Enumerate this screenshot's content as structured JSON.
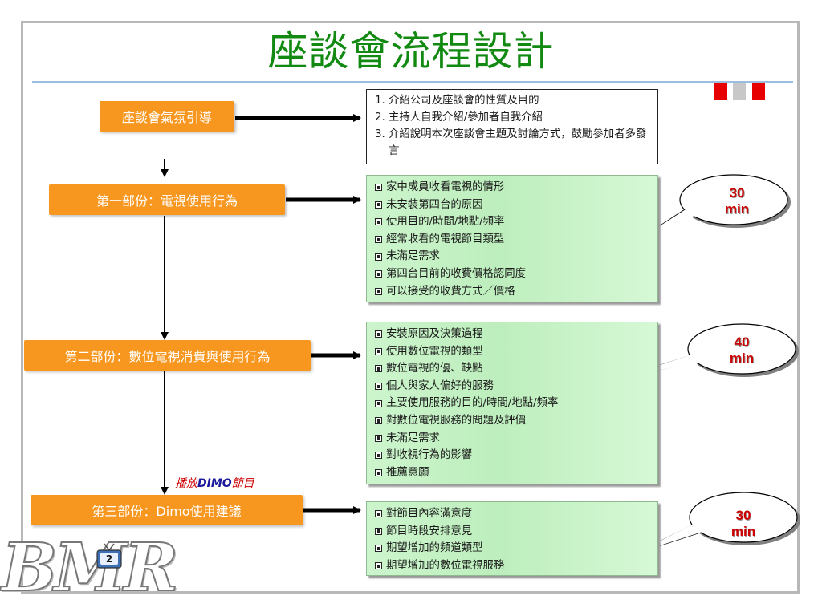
{
  "slide": {
    "title": "座談會流程設計",
    "stages": [
      {
        "label": "座談會氣氛引導"
      },
      {
        "label": "第一部份：電視使用行為"
      },
      {
        "label": "第二部份：數位電視消費與使用行為"
      },
      {
        "label": "第三部份：Dimo使用建議"
      }
    ],
    "intro_box": {
      "items": [
        {
          "num": "1.",
          "text": "介紹公司及座談會的性質及目的"
        },
        {
          "num": "2.",
          "text": "主持人自我介紹/參加者自我介紹"
        },
        {
          "num": "3.",
          "text": "介紹說明本次座談會主題及討論方式，鼓勵參加者多發言"
        }
      ]
    },
    "part1_box": {
      "items": [
        "家中成員收看電視的情形",
        "未安裝第四台的原因",
        "使用目的/時間/地點/頻率",
        "經常收看的電視節目類型",
        "未滿足需求",
        "第四台目前的收費價格認同度",
        "可以接受的收費方式／價格"
      ]
    },
    "part2_box": {
      "items": [
        "安裝原因及決策過程",
        "使用數位電視的類型",
        "數位電視的優、缺點",
        "個人與家人偏好的服務",
        "主要使用服務的目的/時間/地點/頻率",
        "對數位電視服務的問題及評價",
        "未滿足需求",
        "對收視行為的影響",
        "推薦意願"
      ]
    },
    "part3_box": {
      "items": [
        "對節目內容滿意度",
        "節目時段安排意見",
        "期望增加的頻道類型",
        "期望增加的數位電視服務"
      ]
    },
    "callouts": [
      {
        "value": "30",
        "unit": "min"
      },
      {
        "value": "40",
        "unit": "min"
      },
      {
        "value": "30",
        "unit": "min"
      }
    ],
    "play_note": {
      "part1": "播放",
      "part2": "DIMO",
      "part3": "節目"
    },
    "logo": {
      "text": "BMR",
      "icon": "tv-icon"
    },
    "colors": {
      "title": "#128a12",
      "stage": "#f7971f",
      "callout_text": "#cc0000",
      "green_box": "#c6f2c6"
    }
  }
}
